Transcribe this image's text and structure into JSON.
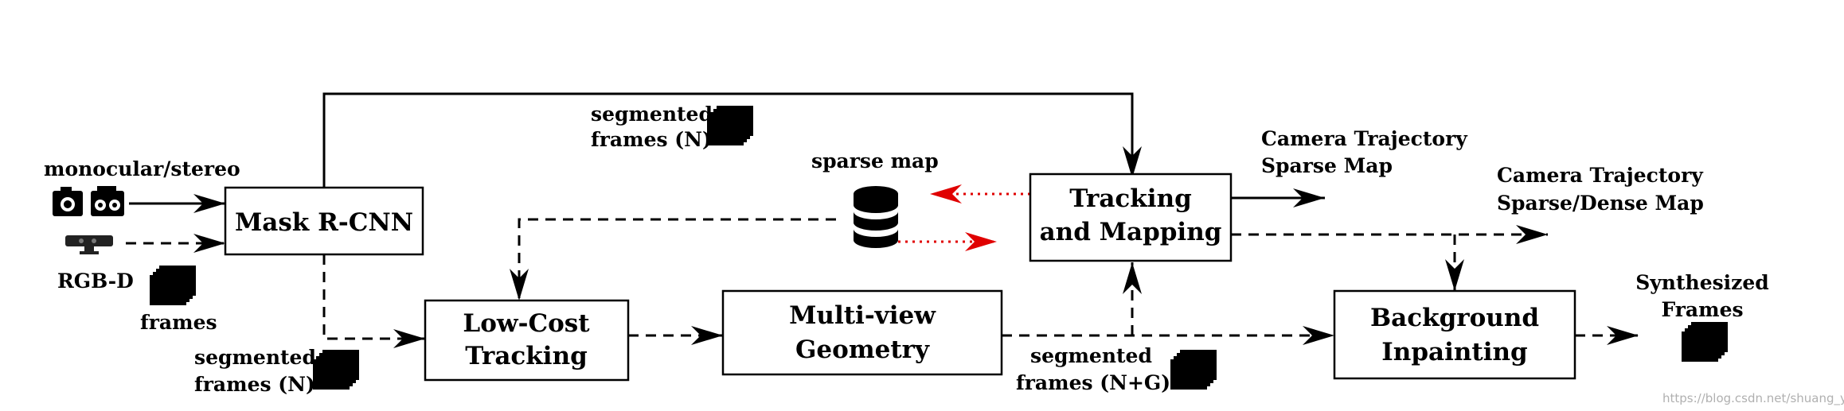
{
  "diagram": {
    "inputs": {
      "monocular_stereo": "monocular/stereo",
      "rgbd": "RGB-D",
      "frames": "frames"
    },
    "boxes": {
      "mask_rcnn": "Mask R-CNN",
      "low_cost_tracking": [
        "Low-Cost",
        "Tracking"
      ],
      "multi_view_geometry": [
        "Multi-view",
        "Geometry"
      ],
      "tracking_mapping": [
        "Tracking",
        "and Mapping"
      ],
      "background_inpainting": [
        "Background",
        "Inpainting"
      ]
    },
    "labels": {
      "segmented_frames_n_top": [
        "segmented",
        "frames (N)"
      ],
      "segmented_frames_n_bottom": [
        "segmented",
        "frames (N)"
      ],
      "segmented_frames_ng": [
        "segmented",
        "frames (N+G)"
      ],
      "sparse_map": "sparse map",
      "camera_traj_sparse": [
        "Camera Trajectory",
        "Sparse Map"
      ],
      "camera_traj_dense": [
        "Camera Trajectory",
        "Sparse/Dense Map"
      ],
      "synthesized_frames": [
        "Synthesized",
        "Frames"
      ]
    },
    "watermark": "https://blog.csdn.net/shuang_yu_",
    "icons": [
      "camera-icon",
      "stereo-camera-icon",
      "rgbd-sensor-icon",
      "frame-stack-icon",
      "database-icon"
    ]
  }
}
